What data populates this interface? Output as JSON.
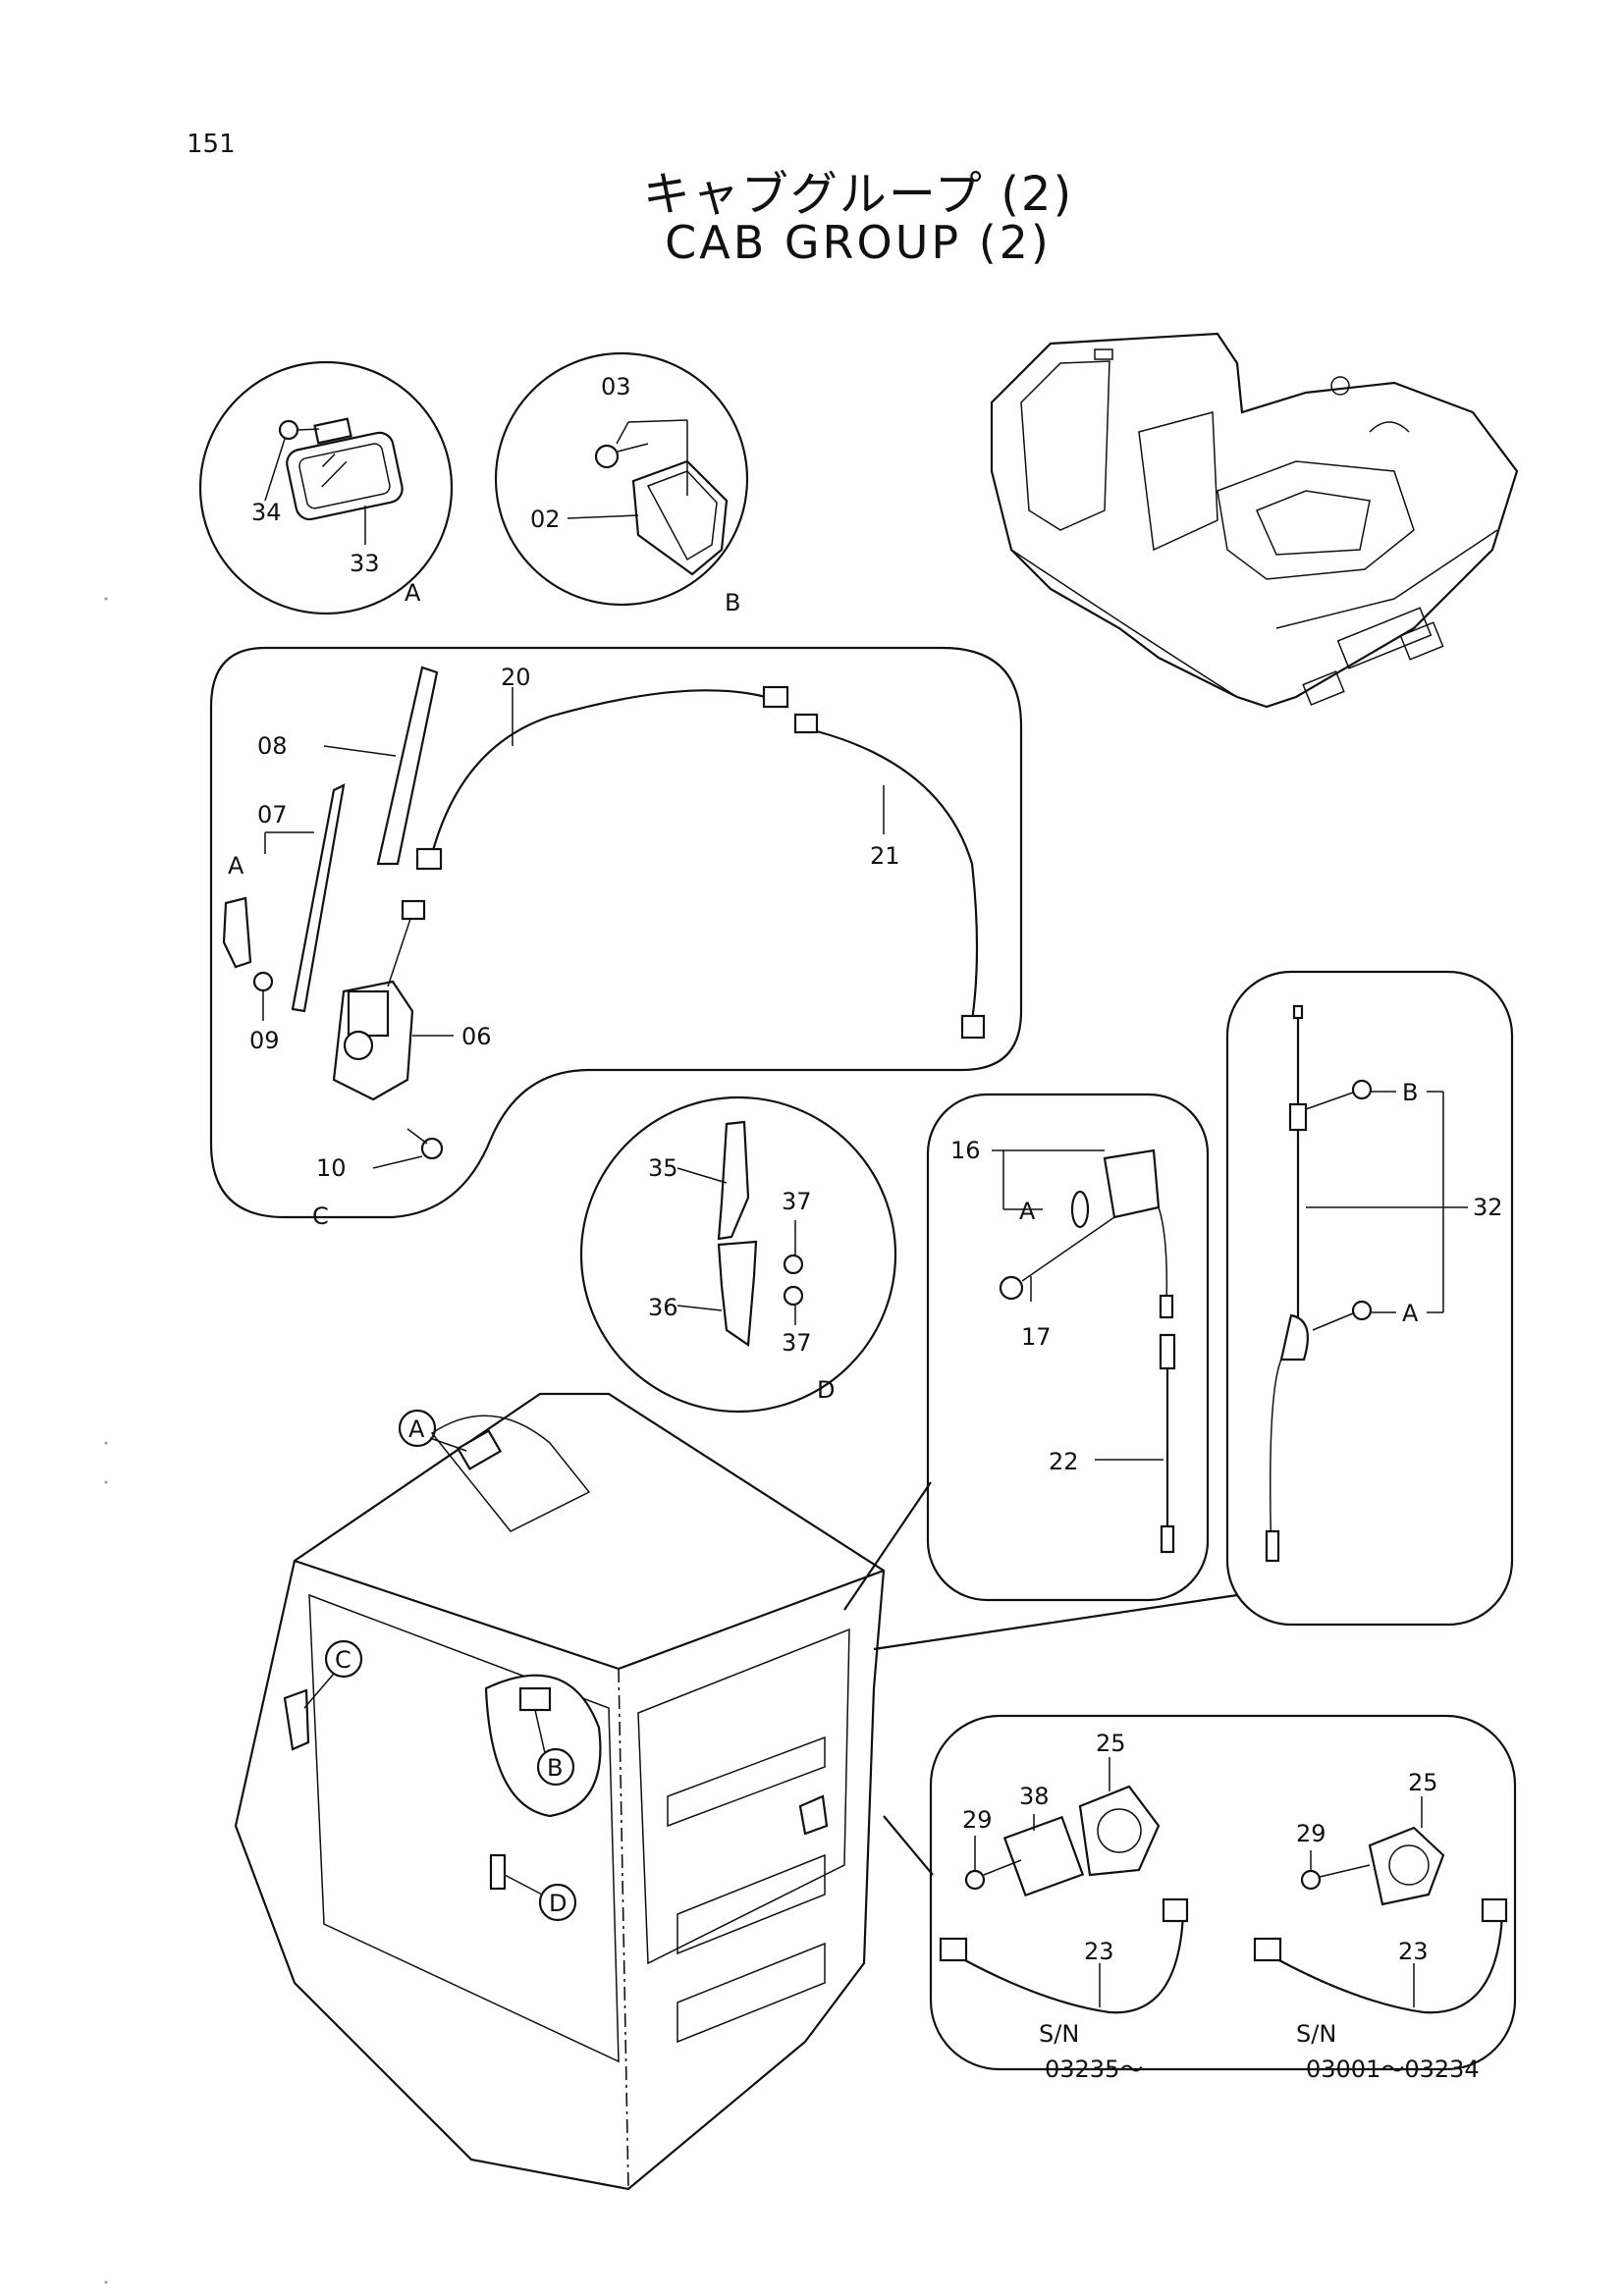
{
  "page": {
    "number": "151"
  },
  "title": {
    "japanese": "キャブグループ (2)",
    "english": "CAB GROUP (2)"
  },
  "callouts": {
    "p34": "34",
    "p33": "33",
    "p03": "03",
    "p02": "02",
    "p20": "20",
    "p21": "21",
    "p08": "08",
    "p07": "07",
    "p09": "09",
    "p06": "06",
    "p10": "10",
    "p35": "35",
    "p37a": "37",
    "p37b": "37",
    "p36": "36",
    "p16": "16",
    "p17": "17",
    "p22": "22",
    "p32": "32",
    "p25a": "25",
    "p38": "38",
    "p29a": "29",
    "p23a": "23",
    "p25b": "25",
    "p29b": "29",
    "p23b": "23"
  },
  "detail_letters": {
    "a_circle": "A",
    "b_circle": "B",
    "c_panel": "C",
    "d_circle": "D",
    "a_inset": "A",
    "a_lamp": "A",
    "b_antenna": "B",
    "a_antenna": "A",
    "cab_a": "A",
    "cab_b": "B",
    "cab_c": "C",
    "cab_d": "D"
  },
  "serial_notes": {
    "left_label": "S/N",
    "left_range": "03235～",
    "right_label": "S/N",
    "right_range": "03001～03234"
  }
}
